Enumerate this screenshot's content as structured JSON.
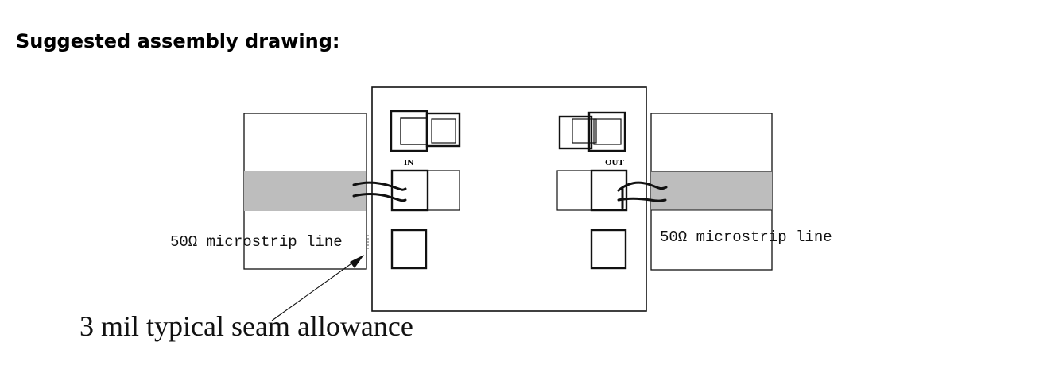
{
  "heading": "Suggested assembly drawing:",
  "diagram": {
    "pin_in_label": "IN",
    "pin_out_label": "OUT",
    "left_line_label": "50Ω microstrip line",
    "right_line_label": "50Ω microstrip line",
    "seam_label": "3 mil typical seam allowance",
    "colors": {
      "stroke": "#111111",
      "microstrip_fill": "#bdbdbd",
      "background": "#ffffff"
    }
  }
}
